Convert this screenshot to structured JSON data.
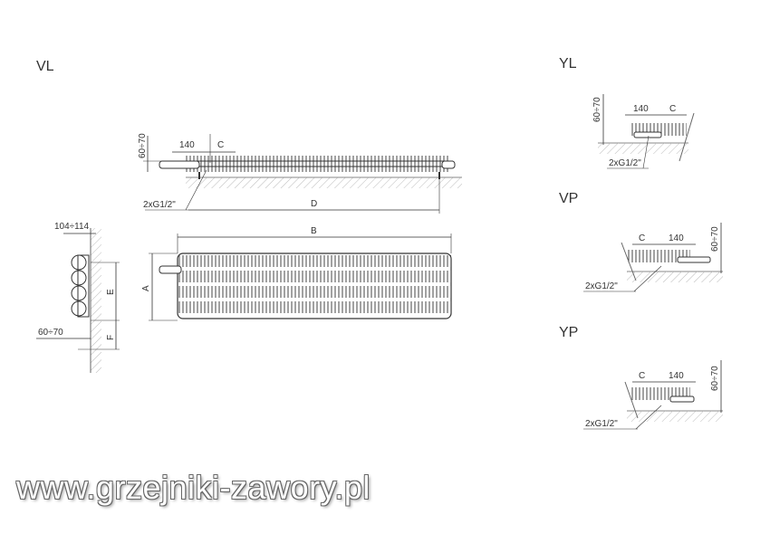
{
  "views": {
    "vl": "VL",
    "yl": "YL",
    "vp": "VP",
    "yp": "YP"
  },
  "dimensions": {
    "height_range": "60÷70",
    "width_140": "140",
    "c": "C",
    "d": "D",
    "b": "B",
    "a": "A",
    "e": "E",
    "f": "F",
    "connection": "2xG1/2\"",
    "depth_range": "104÷114"
  },
  "watermark": "www.grzejniki-zawory.pl",
  "colors": {
    "line": "#333333",
    "hatch": "#999999",
    "background": "#ffffff"
  }
}
